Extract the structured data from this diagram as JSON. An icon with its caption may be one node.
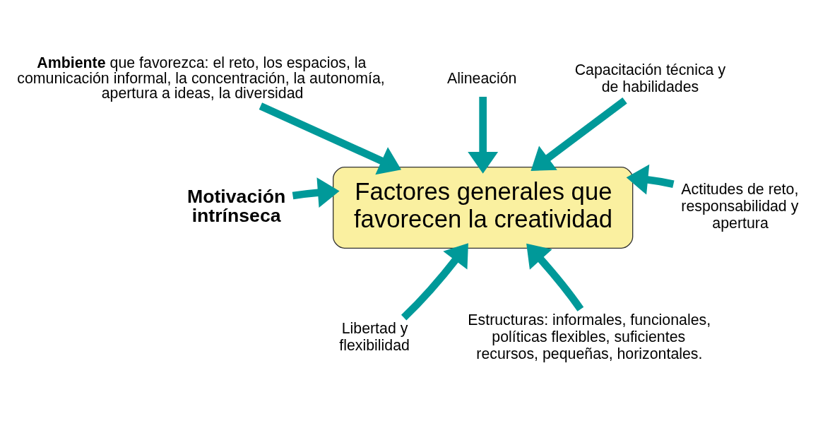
{
  "diagram": {
    "nodes": [
      {
        "text": [
          "**Ambiente** que favorezca: el reto, los espacios, la comunicación informal, la concentración, la autonomía, apertura a ideas, la diversidad"
        ]
      },
      {
        "text": [
          "Alineación"
        ]
      },
      {
        "text": [
          "Capacitación técnica y de habilidades"
        ]
      },
      {
        "text": [
          "Motivación intrínseca"
        ]
      },
      {
        "text": [
          "Factores generales que favorecen la creatividad"
        ]
      },
      {
        "text": [
          "Actitudes de reto, responsabilidad y apertura"
        ]
      },
      {
        "text": [
          "Libertad y flexibilidad"
        ]
      },
      {
        "text": [
          "Estructuras: informales, funcionales, políticas flexibles, suficientes recursos, pequeñas, horizontales."
        ]
      }
    ],
    "edges": [
      {
        "from": 0,
        "to": 4,
        "arrow": "to"
      },
      {
        "from": 1,
        "to": 4,
        "arrow": "to"
      },
      {
        "from": 2,
        "to": 4,
        "arrow": "to"
      },
      {
        "from": 3,
        "to": 4,
        "arrow": "to"
      },
      {
        "from": 5,
        "to": 4,
        "arrow": "to"
      },
      {
        "from": 6,
        "to": 4,
        "arrow": "to"
      },
      {
        "from": 7,
        "to": 4,
        "arrow": "to"
      }
    ]
  }
}
